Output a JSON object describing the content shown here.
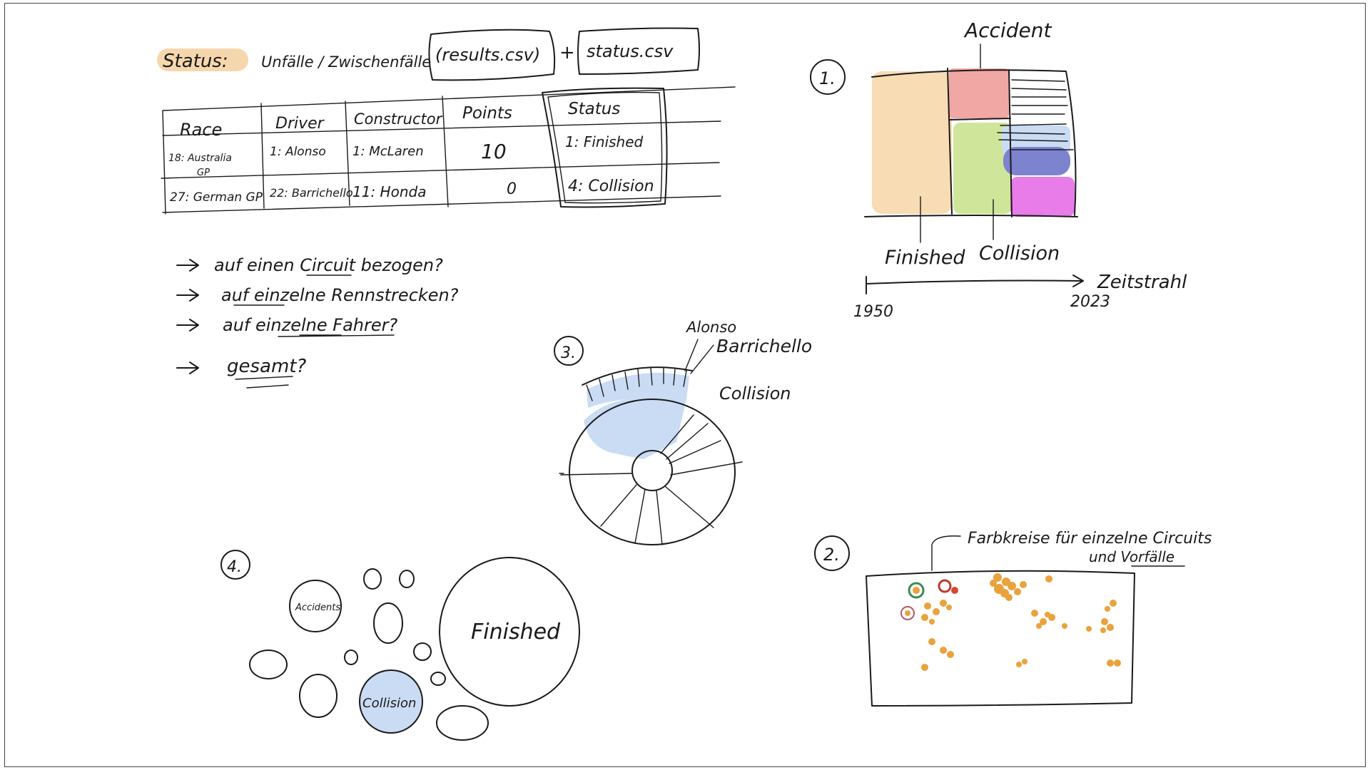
{
  "colors": {
    "ink": "#1a1a1a",
    "status_highlight": "#f6d7ad",
    "finished": "#f8dcb3",
    "accident": "#f1a7a4",
    "collision": "#cfe69a",
    "blue": "#7d83cf",
    "light_blue": "#cadcf4",
    "magenta": "#e87ce8",
    "dots": "#eaa23c"
  },
  "header": {
    "status_label": "Status:",
    "subtitle": "Unfälle / Zwischenfälle",
    "file1": "(results.csv)",
    "plus": "+",
    "file2": "status.csv"
  },
  "table": {
    "columns": [
      "Race",
      "Driver",
      "Constructor",
      "Points",
      "Status"
    ],
    "rows": [
      {
        "race": "18: Australia",
        "race2": "GP",
        "driver": "1: Alonso",
        "constructor": "1: McLaren",
        "points": "10",
        "status": "1: Finished"
      },
      {
        "race": "27: German GP",
        "race2": "",
        "driver": "22: Barrichello",
        "constructor": "11: Honda",
        "points": "0",
        "status": "4: Collision"
      }
    ]
  },
  "questions": [
    {
      "text": "auf einen Circuit bezogen?"
    },
    {
      "text": "auf einzelne Rennstrecken?"
    },
    {
      "text": "auf einzelne Fahrer?"
    },
    {
      "text": "gesamt?"
    }
  ],
  "sketch1": {
    "number": "1.",
    "label_top": "Accident",
    "label_left": "Finished",
    "label_mid": "Collision",
    "timeline_label": "Zeitstrahl",
    "year_start": "1950",
    "year_end": "2023"
  },
  "sketch2": {
    "number": "2.",
    "note_line1": "Farbkreise für einzelne Circuits",
    "note_line2": "und Vorfälle"
  },
  "sketch3": {
    "number": "3.",
    "label1": "Alonso",
    "label2": "Barrichello",
    "label3": "Collision"
  },
  "sketch4": {
    "number": "4.",
    "accidents": "Accidents",
    "finished": "Finished",
    "collision": "Collision"
  }
}
